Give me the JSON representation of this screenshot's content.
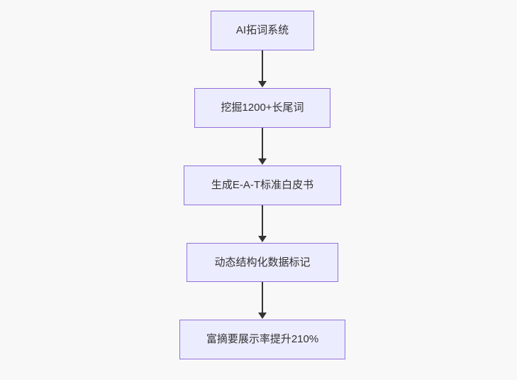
{
  "diagram": {
    "type": "flowchart",
    "direction": "top-down",
    "nodes": [
      {
        "id": "n1",
        "label": "AI拓词系统"
      },
      {
        "id": "n2",
        "label": "挖掘1200+长尾词"
      },
      {
        "id": "n3",
        "label": "生成E-A-T标准白皮书"
      },
      {
        "id": "n4",
        "label": "动态结构化数据标记"
      },
      {
        "id": "n5",
        "label": "富摘要展示率提升210%"
      }
    ],
    "edges": [
      {
        "from": "n1",
        "to": "n2",
        "style": "arrow-down"
      },
      {
        "from": "n2",
        "to": "n3",
        "style": "arrow-down"
      },
      {
        "from": "n3",
        "to": "n4",
        "style": "arrow-down"
      },
      {
        "from": "n4",
        "to": "n5",
        "style": "arrow-down"
      }
    ],
    "colors": {
      "background": "#f8f8f8",
      "node_fill": "#ececff",
      "node_border": "#9370db",
      "node_text": "#333333",
      "arrow": "#333333"
    }
  }
}
